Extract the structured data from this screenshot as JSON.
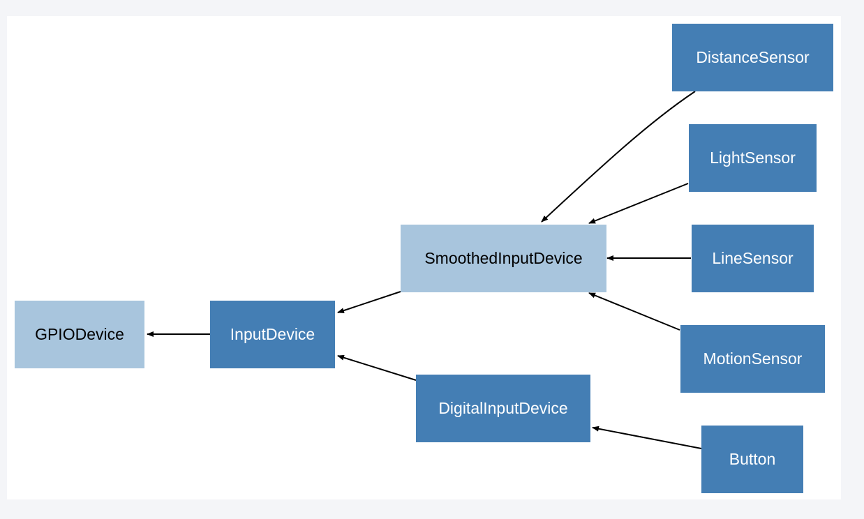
{
  "colors": {
    "abstract_node": "#a8c5dd",
    "concrete_node": "#447eb4",
    "edge": "#000000"
  },
  "nodes": {
    "gpio_device": "GPIODevice",
    "input_device": "InputDevice",
    "smoothed_input_device": "SmoothedInputDevice",
    "digital_input_device": "DigitalInputDevice",
    "distance_sensor": "DistanceSensor",
    "light_sensor": "LightSensor",
    "line_sensor": "LineSensor",
    "motion_sensor": "MotionSensor",
    "button": "Button"
  },
  "edges": [
    {
      "from": "input_device",
      "to": "gpio_device"
    },
    {
      "from": "smoothed_input_device",
      "to": "input_device"
    },
    {
      "from": "digital_input_device",
      "to": "input_device"
    },
    {
      "from": "distance_sensor",
      "to": "smoothed_input_device"
    },
    {
      "from": "light_sensor",
      "to": "smoothed_input_device"
    },
    {
      "from": "line_sensor",
      "to": "smoothed_input_device"
    },
    {
      "from": "motion_sensor",
      "to": "smoothed_input_device"
    },
    {
      "from": "button",
      "to": "digital_input_device"
    }
  ]
}
